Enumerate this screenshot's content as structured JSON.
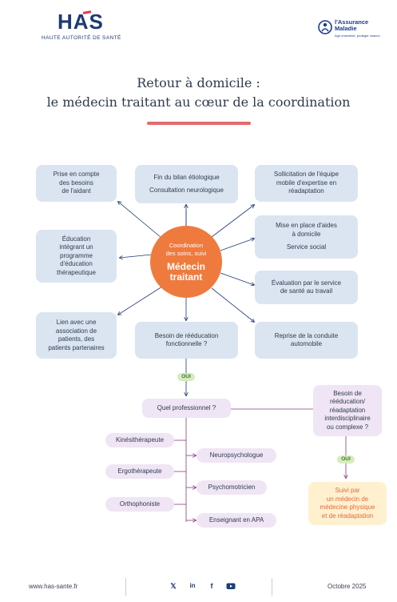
{
  "header": {
    "has_logo": {
      "wordmark": "HAS",
      "subtitle": "HAUTE AUTORITÉ DE SANTÉ"
    },
    "am_logo": {
      "name_line1": "l'Assurance",
      "name_line2": "Maladie",
      "tagline": "Agir ensemble, protéger chacun"
    }
  },
  "title": {
    "line1": "Retour à domicile :",
    "line2": "le médecin traitant au cœur de la coordination"
  },
  "center": {
    "subtitle_line1": "Coordination",
    "subtitle_line2": "des soins, suivi",
    "main_line1": "Médecin",
    "main_line2": "traitant"
  },
  "boxes": {
    "aidant": [
      "Prise en compte",
      "des besoins",
      "de l'aidant"
    ],
    "bilan": {
      "line1": "Fin du bilan étiologique",
      "line2": "Consultation neurologique"
    },
    "equipe": [
      "Sollicitation de l'équipe",
      "mobile d'expertise en",
      "réadaptation"
    ],
    "education": [
      "Éducation",
      "intégrant un",
      "programme",
      "d'éducation",
      "thérapeutique"
    ],
    "aides": {
      "line1": "Mise en place d'aides",
      "line2": "à domicile",
      "line3": "Service social"
    },
    "travail": [
      "Évaluation par le service",
      "de santé au travail"
    ],
    "association": [
      "Lien avec une",
      "association de",
      "patients, des",
      "patients partenaires"
    ],
    "reeducation": [
      "Besoin de rééducation",
      "fonctionnelle ?"
    ],
    "conduite": [
      "Reprise de la conduite",
      "automobile"
    ]
  },
  "flow": {
    "oui_label_1": "OUI",
    "oui_label_2": "OUI",
    "quel": "Quel professionnel ?",
    "interdisciplinaire": [
      "Besoin de",
      "rééducation/",
      "réadaptation",
      "interdisciplinaire",
      "ou complexe ?"
    ],
    "suivi": [
      "Suivi par",
      "un médecin de",
      "médecine physique",
      "et de réadaptation"
    ],
    "professionals": {
      "kine": "Kinésithérapeute",
      "neuropsy": "Neuropsychologue",
      "ergo": "Ergothérapeute",
      "psychomot": "Psychomotricien",
      "ortho": "Orthophoniste",
      "apa": "Enseignant en APA"
    }
  },
  "footer": {
    "url": "www.has-sante.fr",
    "date": "Octobre 2025",
    "social": [
      "x-icon",
      "linkedin-icon",
      "facebook-icon",
      "youtube-icon"
    ]
  },
  "colors": {
    "navy": "#1e3a74",
    "accent_red": "#e36a6e",
    "center_orange": "#ef7a3d",
    "box_blue": "#dbe5f1",
    "box_purple": "#efe5f4",
    "box_yellow": "#fff1cf",
    "oui_green": "#d6ecbf",
    "line_purple": "#8a3b82"
  }
}
